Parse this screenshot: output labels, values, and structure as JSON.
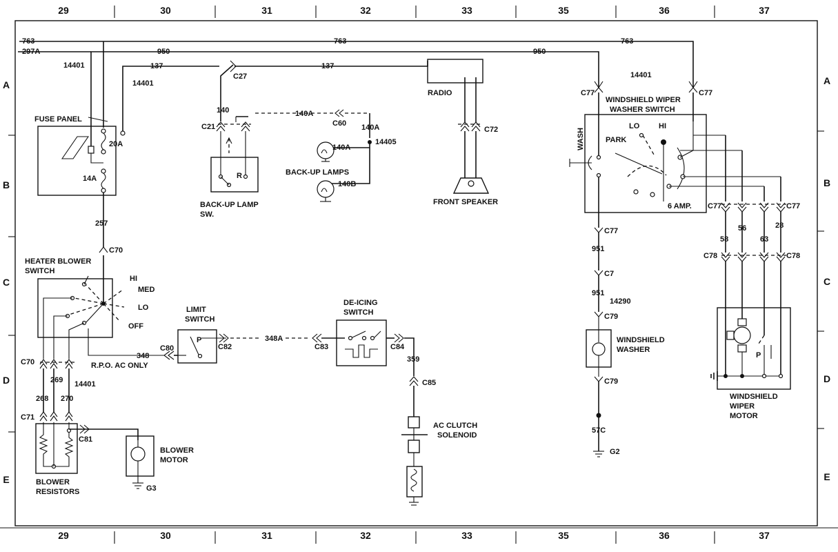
{
  "grid": {
    "columns": [
      "29",
      "30",
      "31",
      "32",
      "33",
      "35",
      "36",
      "37"
    ],
    "rows": [
      "A",
      "B",
      "C",
      "D",
      "E"
    ]
  },
  "circuits": {
    "c763": "763",
    "c297a": "297A",
    "c950": "950",
    "c137": "137",
    "c140": "140",
    "c140a": "140A",
    "c140b": "140B",
    "c257": "257",
    "c348": "348",
    "c348a": "348A",
    "c359": "359",
    "c951": "951",
    "c57c": "57C",
    "c58": "58",
    "c56": "56",
    "c63": "63",
    "c28": "28",
    "c268": "268",
    "c269": "269",
    "c270": "270"
  },
  "connectors": {
    "c27": "C27",
    "c21": "C21",
    "c60": "C60",
    "c72": "C72",
    "c70": "C70",
    "c80": "C80",
    "c82": "C82",
    "c83": "C83",
    "c84": "C84",
    "c85": "C85",
    "c77": "C77",
    "c7": "C7",
    "c79": "C79",
    "c78": "C78",
    "c71": "C71",
    "c81": "C81"
  },
  "harness": {
    "h14401": "14401",
    "h14405": "14405",
    "h14290": "14290"
  },
  "components": {
    "fuse_panel": "FUSE PANEL",
    "fuse_20a": "20A",
    "fuse_14a": "14A",
    "radio": "RADIO",
    "front_speaker": "FRONT SPEAKER",
    "backup_switch_line1": "BACK-UP LAMP",
    "backup_switch_line2": "SW.",
    "backup_switch_r": "R",
    "backup_lamps": "BACK-UP LAMPS",
    "wiper_switch_line1": "WINDSHIELD WIPER",
    "wiper_switch_line2": "WASHER SWITCH",
    "wiper_wash": "WASH",
    "wiper_park": "PARK",
    "wiper_lo": "LO",
    "wiper_hi": "HI",
    "wiper_6amp": "6 AMP.",
    "heater_line1": "HEATER BLOWER",
    "heater_line2": "SWITCH",
    "heater_hi": "HI",
    "heater_med": "MED",
    "heater_lo": "LO",
    "heater_off": "OFF",
    "limit_line1": "LIMIT",
    "limit_line2": "SWITCH",
    "limit_p": "P",
    "deicing_line1": "DE-ICING",
    "deicing_line2": "SWITCH",
    "rpo": "R.P.O. AC ONLY",
    "washer_line1": "WINDSHIELD",
    "washer_line2": "WASHER",
    "wiper_motor_line1": "WINDSHIELD",
    "wiper_motor_line2": "WIPER",
    "wiper_motor_line3": "MOTOR",
    "wiper_motor_p": "P",
    "ac_clutch_line1": "AC CLUTCH",
    "ac_clutch_line2": "SOLENOID",
    "blower_motor_line1": "BLOWER",
    "blower_motor_line2": "MOTOR",
    "blower_res_line1": "BLOWER",
    "blower_res_line2": "RESISTORS"
  },
  "grounds": {
    "g2": "G2",
    "g3": "G3"
  }
}
